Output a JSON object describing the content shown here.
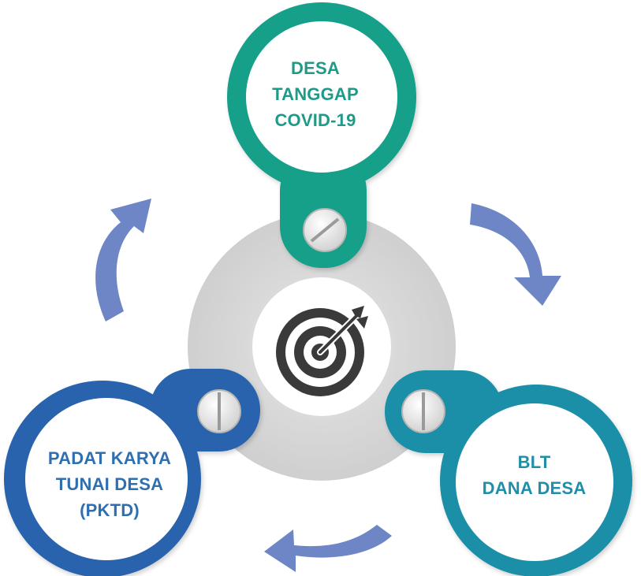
{
  "nodes": {
    "top": {
      "lines": [
        "DESA",
        "TANGGAP",
        "COVID-19"
      ],
      "color": "#17a08a"
    },
    "right": {
      "lines": [
        "BLT",
        "DANA DESA"
      ],
      "color": "#1b8fa8"
    },
    "left": {
      "lines": [
        "PADAT KARYA",
        "TUNAI DESA",
        "(PKTD)"
      ],
      "color": "#2a64ad"
    }
  },
  "center": {
    "icon": "target-icon",
    "hub_color": "#d9d9d9"
  },
  "arrows": {
    "color": "#6f86c6",
    "direction": "clockwise"
  }
}
